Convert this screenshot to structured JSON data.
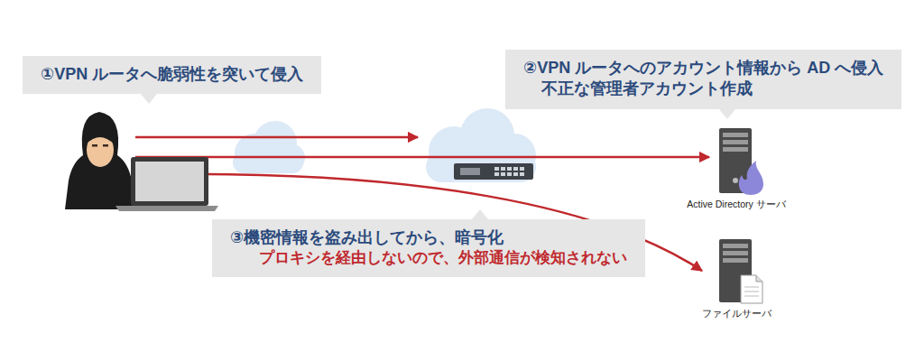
{
  "diagram": {
    "nodes": [
      {
        "text": [
          "①VPN ルータへ脆弱性を突いて侵入"
        ]
      },
      {
        "text": [
          "②VPN ルータへのアカウント情報から AD へ侵入",
          "不正な管理者アカウント作成"
        ]
      },
      {
        "text": [
          "Active Directory サーバ"
        ]
      },
      {
        "text": [
          "③機密情報を盗み出してから、暗号化",
          "プロキシを経由しないので、外部通信が検知されない"
        ]
      },
      {
        "text": [
          "ファイルサーバ"
        ]
      }
    ]
  }
}
